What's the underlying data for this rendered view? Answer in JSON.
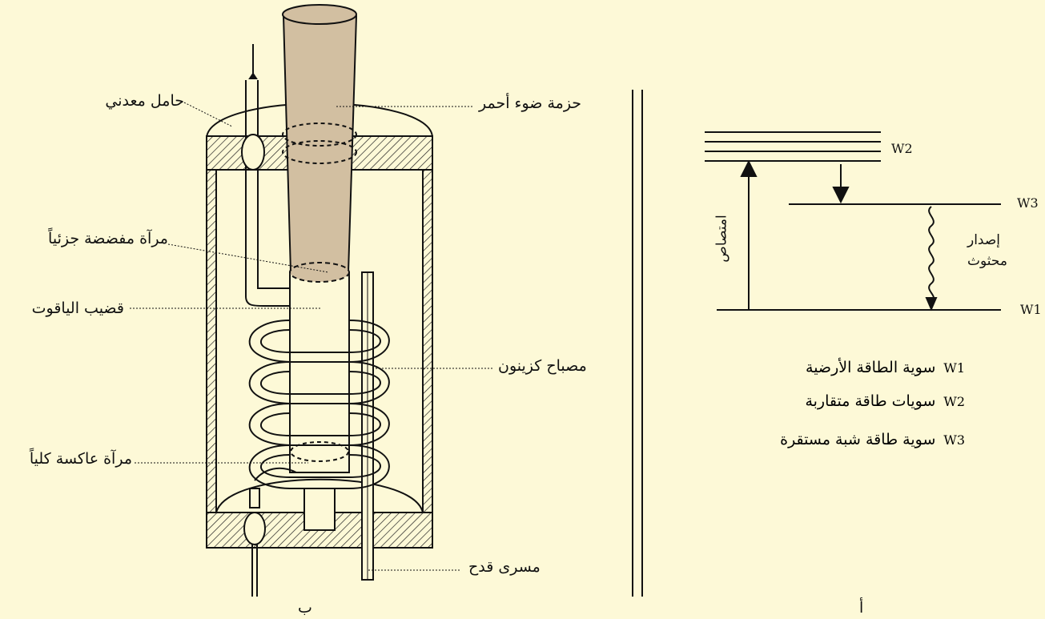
{
  "laser_diagram": {
    "caption": "ب",
    "labels": {
      "metal_holder": "حامل معدني",
      "red_light_beam": "حزمة ضوء أحمر",
      "partial_mirror": "مرآة مفضضة جزئياً",
      "ruby_rod": "قضيب الياقوت",
      "xenon_lamp": "مصباح كزينون",
      "total_mirror": "مرآة عاكسة كلياً",
      "trigger_electrode": "مسرى قدح"
    }
  },
  "energy_diagram": {
    "caption": "أ",
    "levels": {
      "w1": "W1",
      "w2": "W2",
      "w3": "W3"
    },
    "absorption": "امتصاص",
    "stimulated_emission": [
      "إصدار",
      "محثوث"
    ],
    "legend": [
      {
        "key": "W1",
        "text": "سوية الطاقة الأرضية"
      },
      {
        "key": "W2",
        "text": "سويات طاقة متقاربة"
      },
      {
        "key": "W3",
        "text": "سوية طاقة شبة مستقرة"
      }
    ]
  },
  "colors": {
    "background": "#fdf9d7",
    "beam": "#d2bfa1",
    "ink": "#111111"
  }
}
